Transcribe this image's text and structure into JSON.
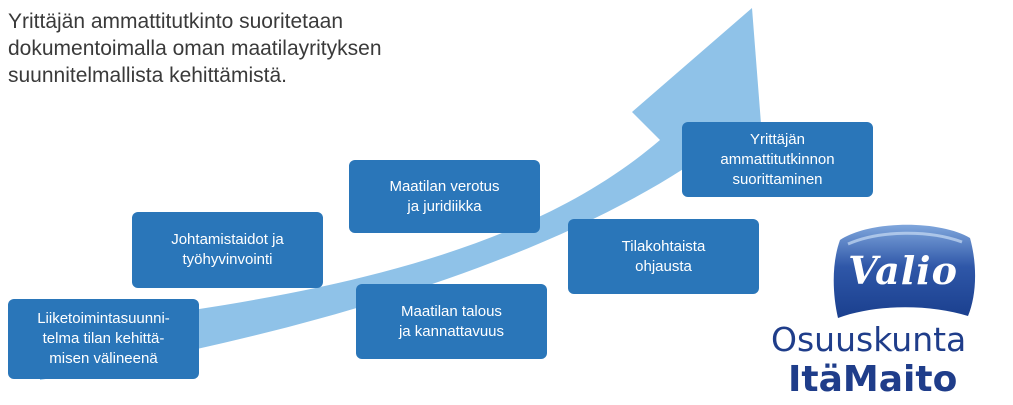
{
  "intro": {
    "lines": [
      "Yrittäjän ammattitutkinto suoritetaan",
      "dokumentoimalla oman maatilayrityksen",
      "suunnitelmallista kehittämistä."
    ]
  },
  "steps": [
    {
      "lines": [
        "Liiketoimintasuunni-",
        "telma tilan kehittä-",
        "misen välineenä"
      ]
    },
    {
      "lines": [
        "Johtamistaidot ja",
        "työhyvinvointi"
      ]
    },
    {
      "lines": [
        "Maatilan verotus",
        "ja juridiikka"
      ]
    },
    {
      "lines": [
        "Maatilan talous",
        "ja kannattavuus"
      ]
    },
    {
      "lines": [
        "Tilakohtaista",
        "ohjausta"
      ]
    },
    {
      "lines": [
        "Yrittäjän",
        "ammattitutkinnon",
        "suorittaminen"
      ]
    }
  ],
  "logo": {
    "brand": "Valio",
    "line1": "Osuuskunta",
    "line2": "ItäMaito"
  },
  "colors": {
    "arrow": "#8fc2e8",
    "box": "#2a76b9",
    "box_text": "#ffffff",
    "intro_text": "#3a3a3a",
    "logo_blue": "#1f3d8a",
    "badge_blue": "#2f57a8"
  }
}
